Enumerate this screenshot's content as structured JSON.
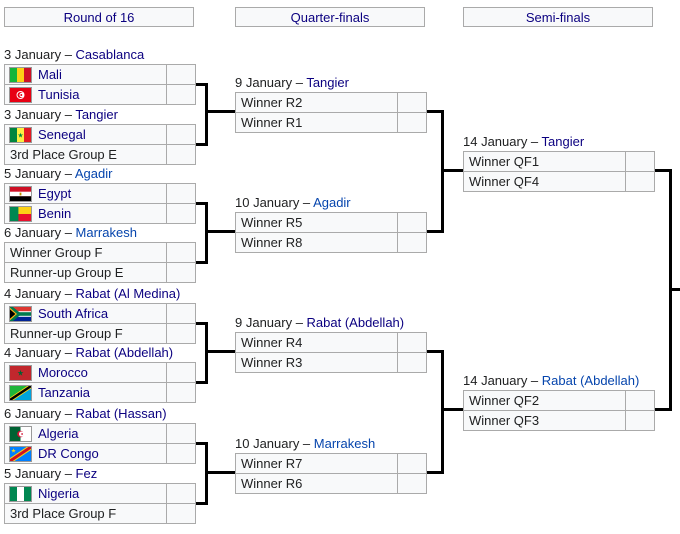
{
  "colors": {
    "visited_link": "#0b0080",
    "new_link": "#0645ad",
    "plain_text": "#202122",
    "cell_bg": "#f8f9fa",
    "cell_border": "#aaaaaa",
    "connector": "#000000"
  },
  "headers": [
    {
      "label": "Round of 16"
    },
    {
      "label": "Quarter-finals"
    },
    {
      "label": "Semi-finals"
    }
  ],
  "rounds": {
    "r16": {
      "matches": [
        {
          "date_prefix": "3 January – ",
          "venue": "Casablanca",
          "venue_color": "#0b0080",
          "teams": [
            {
              "name": "Mali",
              "color": "#0b0080",
              "score": ""
            },
            {
              "name": "Tunisia",
              "color": "#0b0080",
              "score": ""
            }
          ]
        },
        {
          "date_prefix": "3 January – ",
          "venue": "Tangier",
          "venue_color": "#0b0080",
          "teams": [
            {
              "name": "Senegal",
              "color": "#0b0080",
              "score": ""
            },
            {
              "name": "3rd Place Group E",
              "color": "#202122",
              "score": ""
            }
          ]
        },
        {
          "date_prefix": "5 January – ",
          "venue": "Agadir",
          "venue_color": "#0645ad",
          "teams": [
            {
              "name": "Egypt",
              "color": "#0b0080",
              "score": ""
            },
            {
              "name": "Benin",
              "color": "#0b0080",
              "score": ""
            }
          ]
        },
        {
          "date_prefix": "6 January – ",
          "venue": "Marrakesh",
          "venue_color": "#0645ad",
          "teams": [
            {
              "name": "Winner Group F",
              "color": "#202122",
              "score": ""
            },
            {
              "name": "Runner-up Group E",
              "color": "#202122",
              "score": ""
            }
          ]
        },
        {
          "date_prefix": "4 January – ",
          "venue": "Rabat (Al Medina)",
          "venue_color": "#0b0080",
          "teams": [
            {
              "name": "South Africa",
              "color": "#0b0080",
              "score": ""
            },
            {
              "name": "Runner-up Group F",
              "color": "#202122",
              "score": ""
            }
          ]
        },
        {
          "date_prefix": "4 January – ",
          "venue": "Rabat (Abdellah)",
          "venue_color": "#0b0080",
          "teams": [
            {
              "name": "Morocco",
              "color": "#0b0080",
              "score": ""
            },
            {
              "name": "Tanzania",
              "color": "#0b0080",
              "score": ""
            }
          ]
        },
        {
          "date_prefix": "6 January – ",
          "venue": "Rabat (Hassan)",
          "venue_color": "#0b0080",
          "teams": [
            {
              "name": "Algeria",
              "color": "#0b0080",
              "score": ""
            },
            {
              "name": "DR Congo",
              "color": "#0b0080",
              "score": ""
            }
          ]
        },
        {
          "date_prefix": "5 January – ",
          "venue": "Fez",
          "venue_color": "#0b0080",
          "teams": [
            {
              "name": "Nigeria",
              "color": "#0b0080",
              "score": ""
            },
            {
              "name": "3rd Place Group F",
              "color": "#202122",
              "score": ""
            }
          ]
        }
      ]
    },
    "qf": {
      "matches": [
        {
          "date_prefix": "9 January – ",
          "venue": "Tangier",
          "venue_color": "#0b0080",
          "teams": [
            {
              "name": "Winner R2",
              "color": "#202122",
              "score": ""
            },
            {
              "name": "Winner R1",
              "color": "#202122",
              "score": ""
            }
          ]
        },
        {
          "date_prefix": "10 January – ",
          "venue": "Agadir",
          "venue_color": "#0645ad",
          "teams": [
            {
              "name": "Winner R5",
              "color": "#202122",
              "score": ""
            },
            {
              "name": "Winner R8",
              "color": "#202122",
              "score": ""
            }
          ]
        },
        {
          "date_prefix": "9 January – ",
          "venue": "Rabat (Abdellah)",
          "venue_color": "#0b0080",
          "teams": [
            {
              "name": "Winner R4",
              "color": "#202122",
              "score": ""
            },
            {
              "name": "Winner R3",
              "color": "#202122",
              "score": ""
            }
          ]
        },
        {
          "date_prefix": "10 January – ",
          "venue": "Marrakesh",
          "venue_color": "#0645ad",
          "teams": [
            {
              "name": "Winner R7",
              "color": "#202122",
              "score": ""
            },
            {
              "name": "Winner R6",
              "color": "#202122",
              "score": ""
            }
          ]
        }
      ]
    },
    "sf": {
      "matches": [
        {
          "date_prefix": "14 January – ",
          "venue": "Tangier",
          "venue_color": "#0b0080",
          "teams": [
            {
              "name": "Winner QF1",
              "color": "#202122",
              "score": ""
            },
            {
              "name": "Winner QF4",
              "color": "#202122",
              "score": ""
            }
          ]
        },
        {
          "date_prefix": "14 January – ",
          "venue": "Rabat (Abdellah)",
          "venue_color": "#0645ad",
          "teams": [
            {
              "name": "Winner QF2",
              "color": "#202122",
              "score": ""
            },
            {
              "name": "Winner QF3",
              "color": "#202122",
              "score": ""
            }
          ]
        }
      ]
    }
  }
}
